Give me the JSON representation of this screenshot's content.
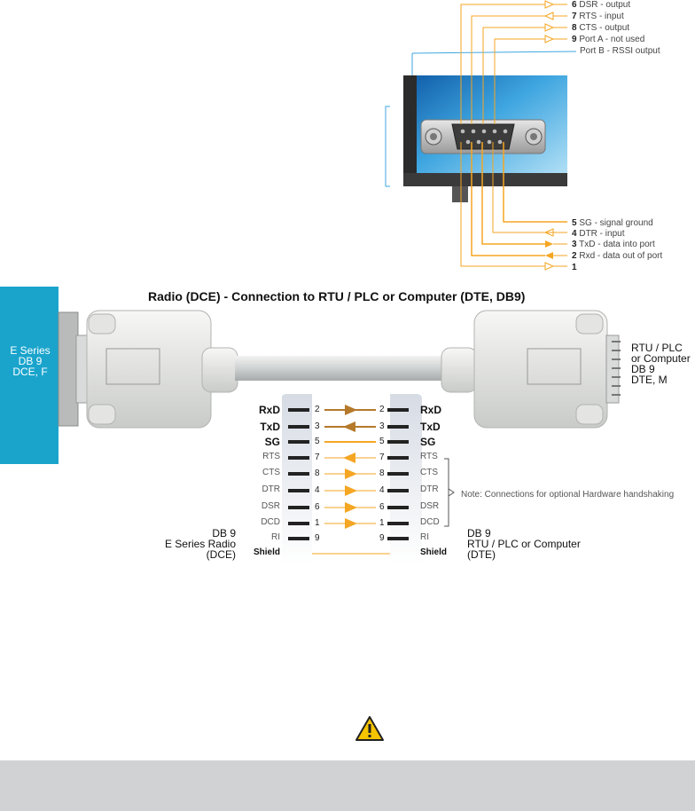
{
  "top_pins": [
    {
      "num": "6",
      "label": "DSR - output"
    },
    {
      "num": "7",
      "label": "RTS - input"
    },
    {
      "num": "8",
      "label": "CTS - output"
    },
    {
      "num": "9",
      "label": "Port A - not used"
    },
    {
      "num": "",
      "label": "Port B - RSSI output"
    }
  ],
  "bottom_pins": [
    {
      "num": "5",
      "label": "SG - signal ground"
    },
    {
      "num": "4",
      "label": "DTR - input"
    },
    {
      "num": "3",
      "label": "TxD - data into port"
    },
    {
      "num": "2",
      "label": "Rxd - data out of port"
    },
    {
      "num": "1",
      "label": ""
    }
  ],
  "title": "Radio (DCE) - Connection to RTU / PLC or Computer (DTE, DB9)",
  "left_connector": {
    "line1": "E Series",
    "line2": "DB 9",
    "line3": "DCE, F"
  },
  "right_connector": {
    "line1": "RTU / PLC",
    "line2": "or Computer",
    "line3": "DB 9",
    "line4": "DTE, M"
  },
  "wiring_rows": [
    {
      "sig": "RxD",
      "l": "2",
      "r": "2",
      "main": true
    },
    {
      "sig": "TxD",
      "l": "3",
      "r": "3",
      "main": true
    },
    {
      "sig": "SG",
      "l": "5",
      "r": "5",
      "main": true
    },
    {
      "sig": "RTS",
      "l": "7",
      "r": "7",
      "main": false
    },
    {
      "sig": "CTS",
      "l": "8",
      "r": "8",
      "main": false
    },
    {
      "sig": "DTR",
      "l": "4",
      "r": "4",
      "main": false
    },
    {
      "sig": "DSR",
      "l": "6",
      "r": "6",
      "main": false
    },
    {
      "sig": "DCD",
      "l": "1",
      "r": "1",
      "main": false
    },
    {
      "sig": "RI",
      "l": "9",
      "r": "9",
      "main": false
    },
    {
      "sig": "Shield",
      "l": "",
      "r": "",
      "main": false
    }
  ],
  "note": "Note: Connections for optional Hardware handshaking",
  "left_caption": {
    "line1": "DB 9",
    "line2": "E Series Radio",
    "line3": "(DCE)"
  },
  "right_caption": {
    "line1": "DB 9",
    "line2": "RTU / PLC or Computer",
    "line3": "(DTE)"
  },
  "colors": {
    "accent": "#f5a623",
    "dark_arrow": "#b5792a",
    "cyan": "#1aa4cc",
    "footer": "#d0d2d3"
  },
  "icons": {
    "warning": "warning-triangle-icon"
  }
}
